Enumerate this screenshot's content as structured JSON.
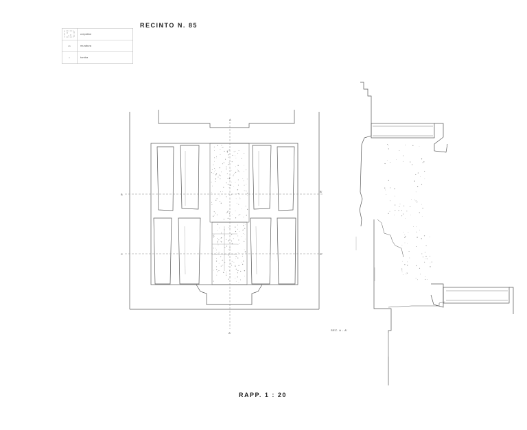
{
  "drawing": {
    "title": "RECINTO   N. 85",
    "scale": "RAPP.  1 : 20",
    "section_label": "SEZ. A - A'"
  },
  "legend": {
    "items": [
      {
        "symbol": "",
        "label": "crepidine"
      },
      {
        "symbol": "cn",
        "label": "muratura"
      },
      {
        "symbol": "t",
        "label": "tomba"
      }
    ]
  },
  "plan_markers": {
    "top_axis": "A",
    "bottom_axis": "A'",
    "left_upper": "B",
    "right_upper": "B'",
    "left_lower": "C",
    "right_lower": "C'"
  },
  "colors": {
    "line": "#555555",
    "dash": "#888888",
    "stipple": "#9a9a9a",
    "text": "#222222"
  }
}
